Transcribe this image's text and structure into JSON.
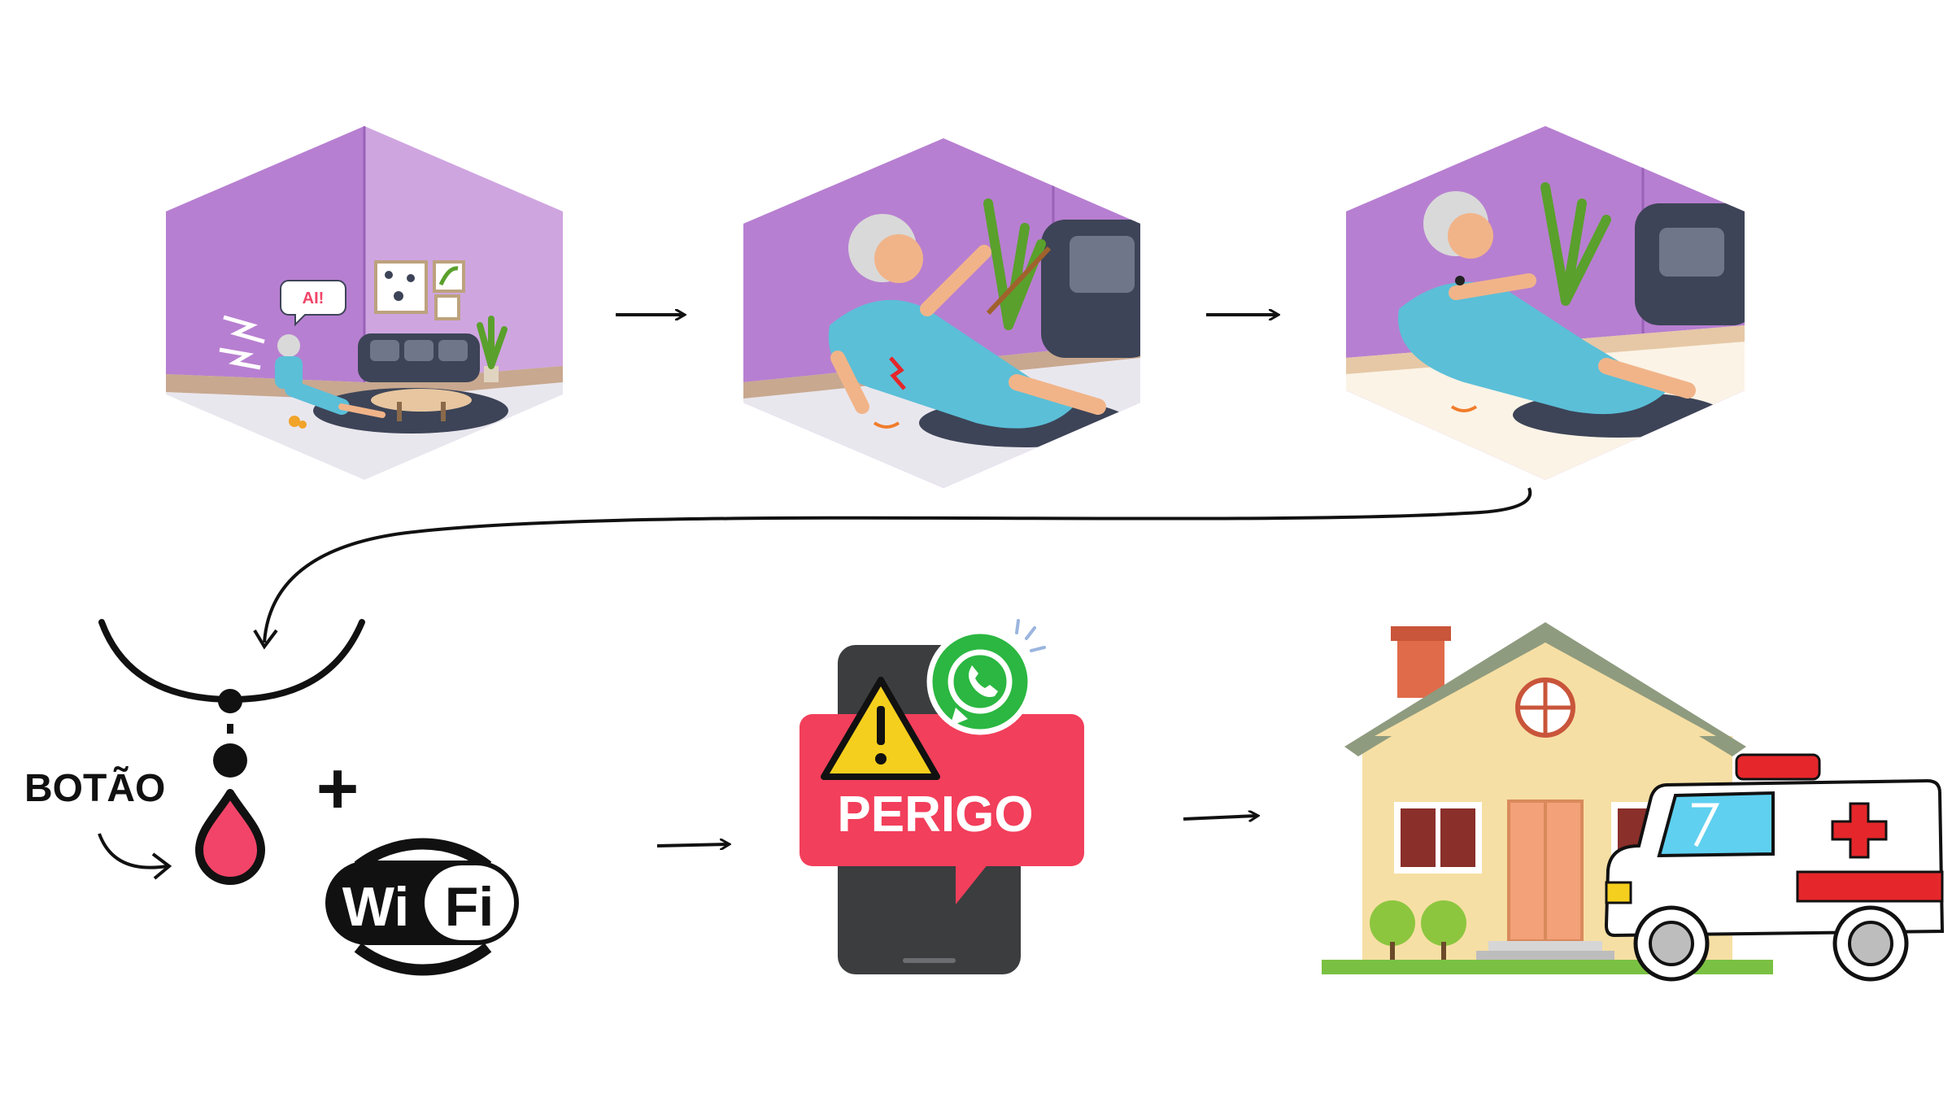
{
  "labels": {
    "speech_bubble": "AI!",
    "button_label": "BOTÃO",
    "plus_sign": "+",
    "wifi_wi": "Wi",
    "wifi_fi": "Fi",
    "alert_text": "PERIGO"
  },
  "colors": {
    "wall_purple": "#b77fd1",
    "wall_light_purple": "#cfa5e0",
    "sofa_navy": "#3d4457",
    "dress_blue": "#5bbfd8",
    "pendant_red": "#f24468",
    "alert_red": "#f23f5b",
    "whatsapp_green": "#2bb741",
    "phone_gray": "#3b3d3f",
    "house_yellow": "#f6dfa4",
    "roof_gray": "#8f9b7f",
    "ambulance_red": "#e5272b"
  },
  "icons": [
    "warning-icon",
    "whatsapp-phone-icon",
    "wifi-logo-icon",
    "pendant-button-icon",
    "ambulance-icon",
    "house-icon"
  ]
}
